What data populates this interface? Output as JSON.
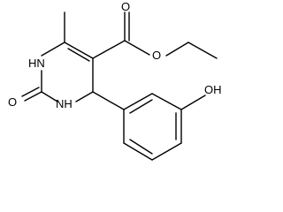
{
  "molecule": {
    "atoms": {
      "o_carbonyl_ester": "O",
      "o_ether_ester": "O",
      "n_top": "H\nN",
      "n_top_text": "HN",
      "o_urea": "O",
      "n_bottom": "NH",
      "oh_phenol": "OH"
    }
  },
  "colors": {
    "bond": "#000000",
    "background": "#ffffff"
  }
}
